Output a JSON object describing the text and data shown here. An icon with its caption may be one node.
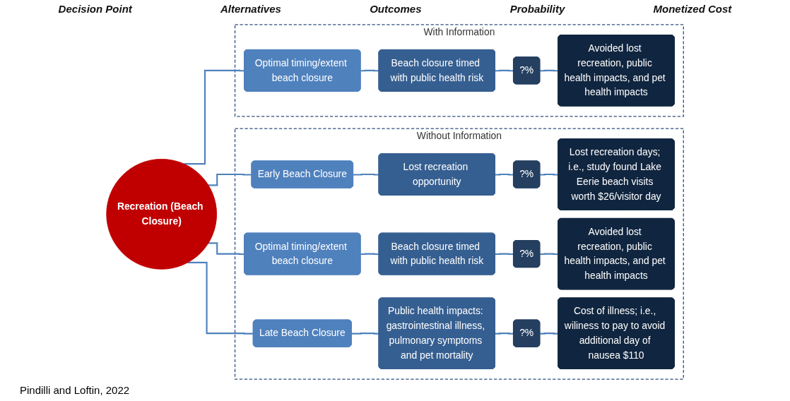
{
  "diagram": {
    "caption": "Pindilli and Loftin, 2022",
    "nodes": [
      {
        "text": [
          "Recreation (Beach Closure)"
        ]
      },
      {
        "text": [
          "Without Information"
        ]
      },
      {
        "text": [
          "Early Beach Closure"
        ],
        "in": 1
      },
      {
        "text": [
          "Lost recreation opportunity"
        ],
        "in": 1
      },
      {
        "text": [
          "?%"
        ],
        "in": 1
      },
      {
        "text": [
          "Lost recreation days; i.e., study found Lake Eerie beach visits worth $26/visitor day"
        ],
        "in": 1
      },
      {
        "text": [
          "Optimal timing/extent beach closure"
        ],
        "in": 1
      },
      {
        "text": [
          "Beach closure timed with public health risk"
        ],
        "in": 1
      },
      {
        "text": [
          "?%"
        ],
        "in": 1
      },
      {
        "text": [
          "Avoided lost recreation, public health impacts, and pet health impacts"
        ],
        "in": 1
      },
      {
        "text": [
          "Late Beach Closure"
        ],
        "in": 1
      },
      {
        "text": [
          "Public health impacts: gastrointestinal illness, pulmonary symptoms and pet mortality"
        ],
        "in": 1
      },
      {
        "text": [
          "?%"
        ],
        "in": 1
      },
      {
        "text": [
          "Cost of illness; i.e., wiliness to pay to avoid additional day of nausea $110"
        ],
        "in": 1
      },
      {
        "text": [
          "With Information"
        ]
      },
      {
        "text": [
          "Optimal timing/extent beach closure"
        ],
        "in": 14
      },
      {
        "text": [
          "Beach closure timed with public health risk"
        ],
        "in": 14
      },
      {
        "text": [
          "?%"
        ],
        "in": 14
      },
      {
        "text": [
          "Avoided lost recreation, public health impacts, and pet health impacts"
        ],
        "in": 14
      }
    ],
    "edges": [
      {
        "from": 0,
        "to": 2,
        "arrow": "none"
      },
      {
        "from": 0,
        "to": 6,
        "arrow": "none"
      },
      {
        "from": 0,
        "to": 10,
        "arrow": "none"
      },
      {
        "from": 0,
        "to": 15,
        "arrow": "none"
      },
      {
        "from": 2,
        "to": 3,
        "arrow": "none"
      },
      {
        "from": 3,
        "to": 4,
        "arrow": "none"
      },
      {
        "from": 4,
        "to": 5,
        "arrow": "none"
      },
      {
        "from": 6,
        "to": 7,
        "arrow": "none"
      },
      {
        "from": 7,
        "to": 8,
        "arrow": "none"
      },
      {
        "from": 8,
        "to": 9,
        "arrow": "none"
      },
      {
        "from": 10,
        "to": 11,
        "arrow": "none"
      },
      {
        "from": 11,
        "to": 12,
        "arrow": "none"
      },
      {
        "from": 12,
        "to": 13,
        "arrow": "none"
      },
      {
        "from": 15,
        "to": 16,
        "arrow": "none"
      },
      {
        "from": 16,
        "to": 17,
        "arrow": "none"
      },
      {
        "from": 17,
        "to": 18,
        "arrow": "none"
      }
    ],
    "labels": [
      "Decision Point",
      "Alternatives",
      "Outcomes",
      "Probability",
      "Monetized Cost"
    ]
  }
}
